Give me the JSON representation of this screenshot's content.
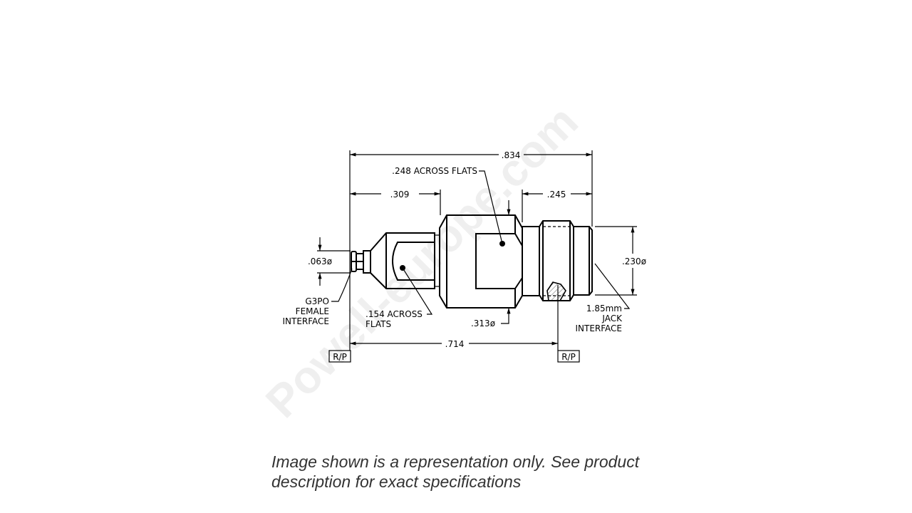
{
  "watermark": "Powell-europe.com",
  "drawing": {
    "dims": {
      "overall_length": ".834",
      "body_flats": ".248 ACROSS FLATS",
      "left_length": ".309",
      "right_length": ".245",
      "tip_diameter": ".063ø",
      "body_diameter": ".313ø",
      "front_diameter": ".230ø",
      "ref_length": ".714",
      "small_flats_line1": ".154 ACROSS",
      "small_flats_line2": "FLATS"
    },
    "left_interface": [
      "G3PO",
      "FEMALE",
      "INTERFACE"
    ],
    "right_interface": [
      "1.85mm",
      "JACK",
      "INTERFACE"
    ],
    "ref_plane_label": "R/P"
  },
  "caption": "Image shown is a representation only. See product description for exact specifications"
}
